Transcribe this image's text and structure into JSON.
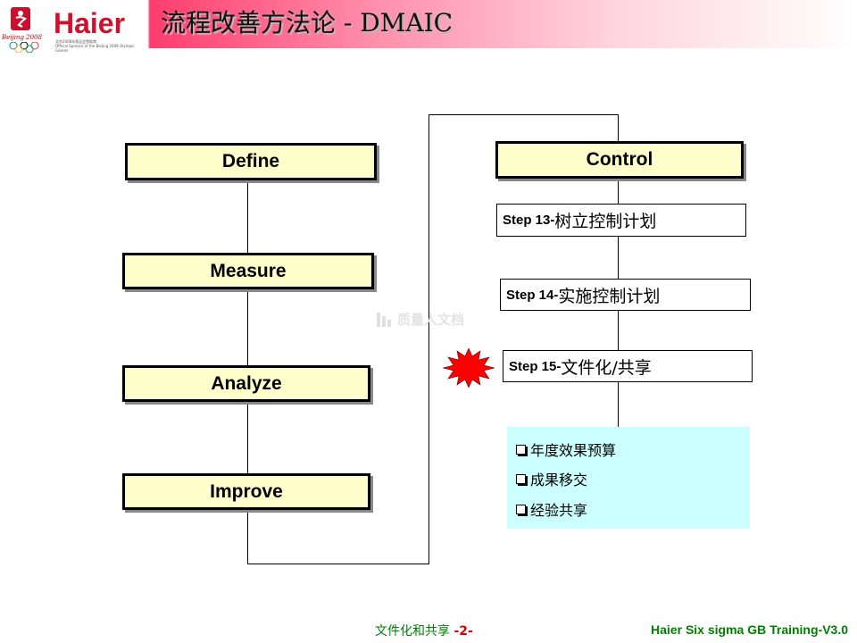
{
  "header": {
    "title": "流程改善方法论 - DMAIC",
    "brand": "Haier",
    "olympic_text": "Beijing 2008",
    "sponsor_line1": "北京2008年奥运会赞助商",
    "sponsor_line2": "Official Sponsor of the Beijing 2008 Olympic Games"
  },
  "phases": [
    {
      "label": "Define"
    },
    {
      "label": "Measure"
    },
    {
      "label": "Analyze"
    },
    {
      "label": "Improve"
    }
  ],
  "control": {
    "label": "Control",
    "steps": [
      {
        "code": "Step 13-",
        "desc": "树立控制计划"
      },
      {
        "code": "Step 14-",
        "desc": "实施控制计划"
      },
      {
        "code": "Step 15-",
        "desc": "文件化/共享"
      }
    ],
    "bullets": [
      "年度效果预算",
      "成果移交",
      "经验共享"
    ]
  },
  "watermark": "质量人文档",
  "footer": {
    "section": "文件化和共享",
    "page": "-2-",
    "training": "Haier Six sigma GB Training-V3.0"
  },
  "colors": {
    "box_fill": "#ffffcc",
    "bullet_fill": "#ccffff",
    "header_accent": "#ff3d6e",
    "star": "#ff0000",
    "footer_text": "#007f00"
  },
  "icons": [
    "beijing-emblem-icon",
    "olympic-rings-icon",
    "starburst-icon",
    "checkbox-icon",
    "watermark-icon"
  ]
}
